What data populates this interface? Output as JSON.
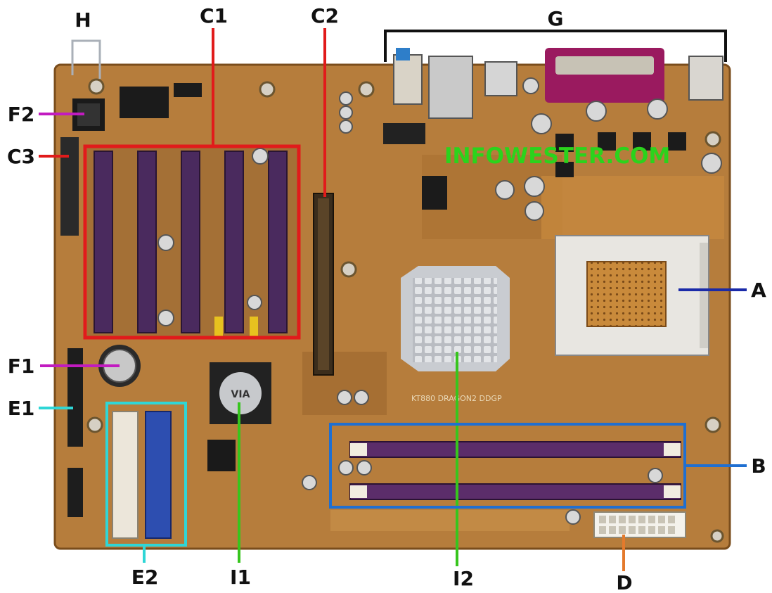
{
  "figure": {
    "watermark": "INFOWESTER.COM",
    "board_silkscreen": "KT880 DRAGON2 DDGP",
    "north_bridge_logo": "VIA",
    "colors": {
      "background": "#ffffff",
      "pcb": "#b67d3c",
      "pcb_dark": "#8f5a22",
      "pci_slot": "#4a2a5e",
      "agp_slot": "#3b2d1c",
      "dimm_slot": "#5b2d6a",
      "ide_blue": "#2d4eb0",
      "ide_white": "#ece6da",
      "parallel_port": "#9a1a5f",
      "heatsink": "#c9ccd1",
      "socket": "#e8e6e1",
      "red": "#e11b1b",
      "blue": "#1f6fd1",
      "navy": "#1a2aa8",
      "cyan": "#2fd6d6",
      "green": "#37c51d",
      "magenta": "#c21bc0",
      "orange": "#e47a2c",
      "black": "#111111"
    }
  },
  "labels": {
    "A": "A",
    "B": "B",
    "C1": "C1",
    "C2": "C2",
    "C3": "C3",
    "D": "D",
    "E1": "E1",
    "E2": "E2",
    "F1": "F1",
    "F2": "F2",
    "G": "G",
    "H": "H",
    "I1": "I1",
    "I2": "I2"
  }
}
